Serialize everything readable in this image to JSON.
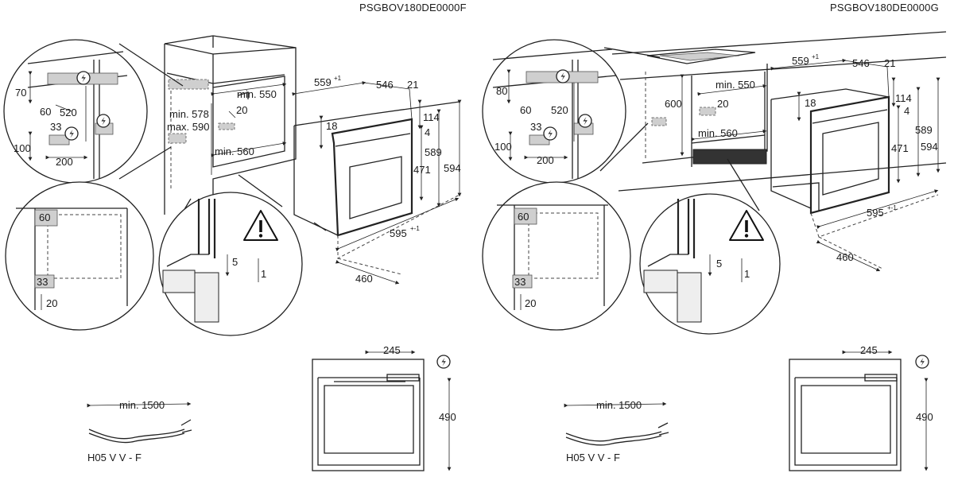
{
  "models": [
    {
      "model": "PSGBOV180DE0000F",
      "dims": {
        "w559": "559",
        "w559_tol": "+1",
        "w546": "546",
        "w21": "21",
        "h114": "114",
        "h4": "4",
        "h589": "589",
        "h594": "594",
        "h471": "471",
        "h18": "18",
        "w595": "595",
        "w595_tol": "+-1",
        "d460": "460",
        "min550": "min. 550",
        "min560": "min. 560",
        "min578": "min. 578",
        "max590": "max. 590",
        "n20": "20",
        "c70": "70",
        "c60": "60",
        "c520": "520",
        "c33": "33",
        "c100": "100",
        "c200": "200",
        "z60": "60",
        "z33": "33",
        "z20": "20",
        "z5": "5",
        "z1": "1",
        "b245": "245",
        "b490": "490",
        "cable_len": "min. 1500",
        "cable_type": "H05 V V - F"
      }
    },
    {
      "model": "PSGBOV180DE0000G",
      "dims": {
        "w559": "559",
        "w559_tol": "+1",
        "w546": "546",
        "w21": "21",
        "h114": "114",
        "h4": "4",
        "h589": "589",
        "h594": "594",
        "h471": "471",
        "h18": "18",
        "w595": "595",
        "w595_tol": "+-1",
        "d460": "460",
        "min550": "min. 550",
        "min560": "min. 560",
        "h600": "600",
        "n20": "20",
        "c80": "80",
        "c60": "60",
        "c520": "520",
        "c33": "33",
        "c100": "100",
        "c200": "200",
        "z60": "60",
        "z33": "33",
        "z20": "20",
        "z5": "5",
        "z1": "1",
        "b245": "245",
        "b490": "490",
        "cable_len": "min. 1500",
        "cable_type": "H05 V V - F"
      }
    }
  ],
  "icons": [
    "plug-icon",
    "warning-triangle-icon",
    "cable-icon"
  ]
}
